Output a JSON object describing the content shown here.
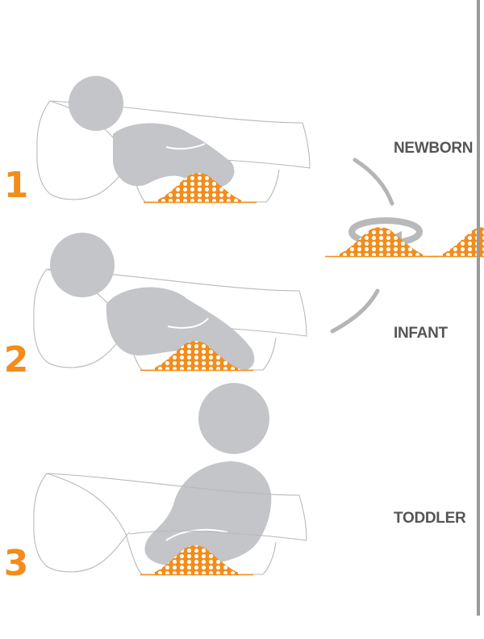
{
  "colors": {
    "accent": "#F28C1B",
    "figure": "#C3C5C8",
    "outline": "#B9B9B9",
    "label": "#555555",
    "divider": "#9A9A9A"
  },
  "icons": {
    "tub": "bathtub-outline-icon",
    "baby": "baby-silhouette-icon",
    "support": "support-insert-icon",
    "rotate": "rotate-arrow-icon"
  },
  "stages": [
    {
      "number": "1",
      "label": "NEWBORN"
    },
    {
      "number": "2",
      "label": "INFANT"
    },
    {
      "number": "3",
      "label": "TODDLER"
    }
  ]
}
